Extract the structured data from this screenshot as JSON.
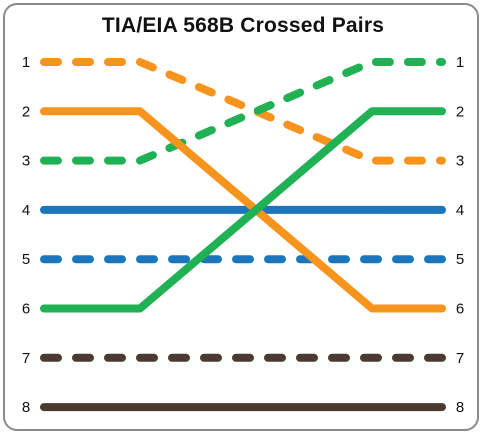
{
  "title": "TIA/EIA 568B Crossed Pairs",
  "left_pins": [
    "1",
    "2",
    "3",
    "4",
    "5",
    "6",
    "7",
    "8"
  ],
  "right_pins": [
    "1",
    "2",
    "3",
    "4",
    "5",
    "6",
    "7",
    "8"
  ],
  "colors": {
    "orange": "#f7941d",
    "green": "#1fb154",
    "blue": "#1b75bc",
    "brown": "#4a3a2f"
  },
  "wires": [
    {
      "from": "1",
      "to": "3",
      "color": "orange",
      "style": "dashed"
    },
    {
      "from": "2",
      "to": "6",
      "color": "orange",
      "style": "solid"
    },
    {
      "from": "3",
      "to": "1",
      "color": "green",
      "style": "dashed"
    },
    {
      "from": "4",
      "to": "4",
      "color": "blue",
      "style": "solid"
    },
    {
      "from": "5",
      "to": "5",
      "color": "blue",
      "style": "dashed"
    },
    {
      "from": "6",
      "to": "2",
      "color": "green",
      "style": "solid"
    },
    {
      "from": "7",
      "to": "7",
      "color": "brown",
      "style": "dashed"
    },
    {
      "from": "8",
      "to": "8",
      "color": "brown",
      "style": "solid"
    }
  ]
}
